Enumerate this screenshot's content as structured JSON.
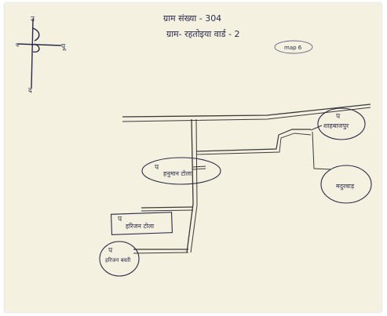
{
  "header": {
    "line1": "ग्राम संख्या - 304",
    "line2": "ग्राम- रहतोइया वार्ड - 2",
    "tag": "map 6"
  },
  "compass": {
    "north": "उ",
    "east": "पू",
    "south": "द",
    "west": "प"
  },
  "places": [
    {
      "marker": "प",
      "label": "शाहबाजपुर"
    },
    {
      "marker": "",
      "label": "मदुरवाड़"
    },
    {
      "marker": "प",
      "label": "हनुमान टोला"
    },
    {
      "marker": "प",
      "label": "हरिजन टोला"
    },
    {
      "marker": "प",
      "label": "हरिजन बस्ती"
    }
  ],
  "colors": {
    "paper": "#f4f1e0",
    "ink": "#2a2a4a",
    "pencil": "#3a3a3a"
  }
}
